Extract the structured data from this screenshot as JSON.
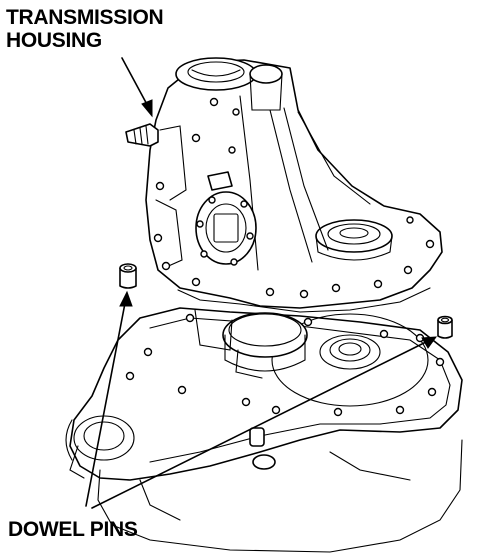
{
  "labels": {
    "housing_line1": "TRANSMISSION",
    "housing_line2": "HOUSING",
    "pins": "DOWEL PINS"
  }
}
